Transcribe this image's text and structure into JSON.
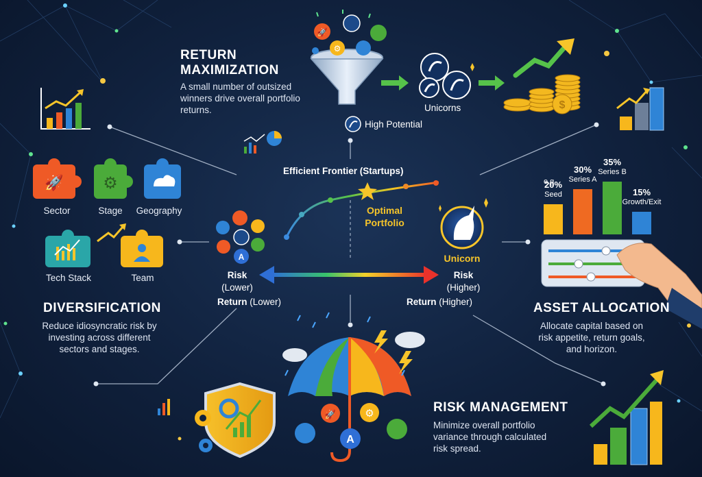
{
  "return_max": {
    "title_line1": "RETURN",
    "title_line2": "MAXIMIZATION",
    "desc_line1": "A small number of outsized",
    "desc_line2": "winners drive overall portfolio",
    "desc_line3": "returns.",
    "high_potential": "High Potential",
    "unicorns": "Unicorns"
  },
  "frontier": {
    "title": "Efficient Frontier (Startups)",
    "optimal_line1": "Optimal",
    "optimal_line2": "Portfolio",
    "unicorn": "Unicorn",
    "risk_lower": "Risk",
    "risk_lower_sub": "(Lower)",
    "return_lower_a": "Return",
    "return_lower_b": " (Lower)",
    "risk_higher": "Risk",
    "risk_higher_sub": "(Higher)",
    "return_higher_a": "Return",
    "return_higher_b": " (Higher)"
  },
  "diversification": {
    "title": "DIVERSIFICATION",
    "desc_line1": "Reduce idiosyncratic risk by",
    "desc_line2": "investing across different",
    "desc_line3": "sectors and stages.",
    "pieces": [
      "Sector",
      "Stage",
      "Geography",
      "Tech Stack",
      "Team"
    ]
  },
  "allocation": {
    "title": "ASSET ALLOCATION",
    "desc_line1": "Allocate capital based on",
    "desc_line2": "risk appetite, return goals,",
    "desc_line3": "and horizon.",
    "eg": "e.g.,",
    "bars": [
      {
        "pct": "20%",
        "label": "Seed",
        "value": 20,
        "color": "#f7b71c"
      },
      {
        "pct": "30%",
        "label": "Series A",
        "value": 30,
        "color": "#ef6a22"
      },
      {
        "pct": "35%",
        "label": "Series B",
        "value": 35,
        "color": "#4bab3a"
      },
      {
        "pct": "15%",
        "label": "Growth/Exit",
        "value": 15,
        "color": "#2f84d6"
      }
    ]
  },
  "risk_mgmt": {
    "title": "RISK MANAGEMENT",
    "desc_line1": "Minimize overall portfolio",
    "desc_line2": "variance through calculated",
    "desc_line3": "risk spread."
  },
  "colors": {
    "accent_yellow": "#f7c52a",
    "arrow_blue": "#2f6fd6",
    "arrow_red": "#e9322b"
  }
}
